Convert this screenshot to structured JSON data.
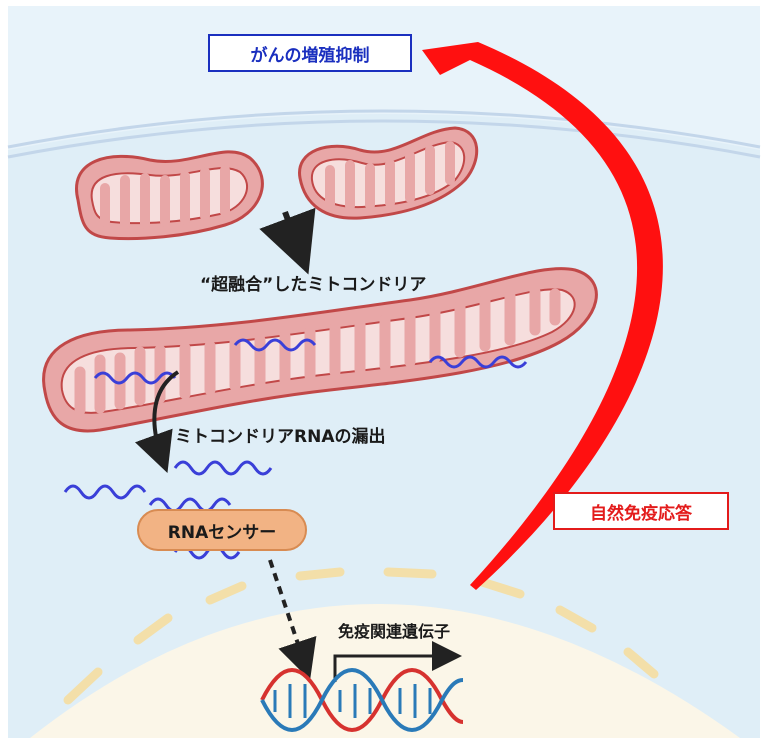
{
  "labels": {
    "cancer_suppression": "がんの増殖抑制",
    "fused_mito": "“超融合”したミトコンドリア",
    "rna_leak": "ミトコンドリアRNAの漏出",
    "rna_sensor": "RNAセンサー",
    "immune_genes": "免疫関連遺伝子",
    "innate_immune": "自然免疫応答"
  },
  "colors": {
    "cell_bg": "#dfeef7",
    "outer_bg": "#e8f3fa",
    "mito_fill": "#e8a7a7",
    "mito_stroke": "#c14848",
    "matrix": "#f6dedd",
    "rna": "#3a3fd8",
    "big_arrow": "#ff1010",
    "sensor_fill": "#f2b384",
    "nucleus": "#fbf6e8",
    "nuclear_pore": "#f3dfa9",
    "dna_red": "#d6322f",
    "dna_blue": "#2a7ab8",
    "blue_box_border": "#1a2fbf",
    "red_box_border": "#e31b1b"
  }
}
